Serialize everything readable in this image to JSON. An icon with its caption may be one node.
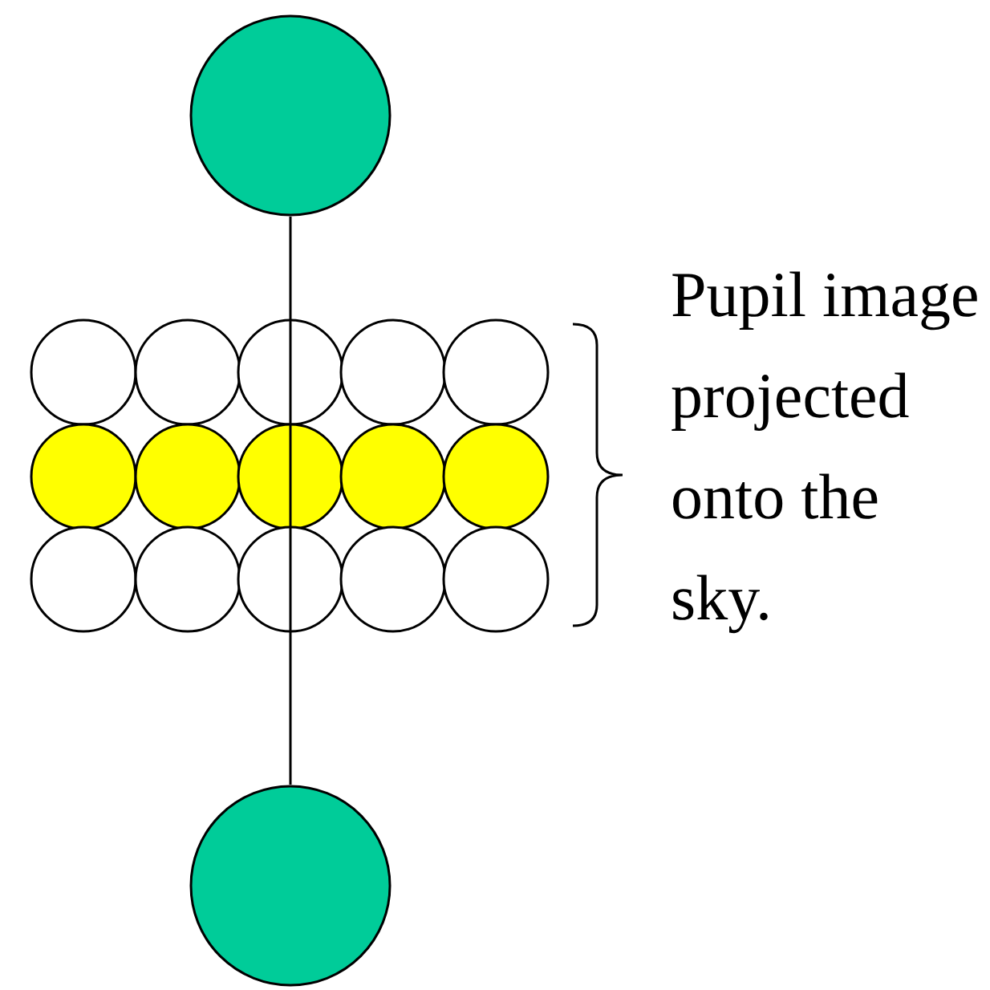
{
  "diagram": {
    "nodes": [
      {
        "text": [],
        "shape": "circle"
      },
      {
        "text": [],
        "shape": "circle"
      }
    ],
    "edges": [
      {
        "from": 0,
        "to": 1,
        "arrow": "none"
      }
    ],
    "labels": [
      "Pupil image projected onto the sky."
    ]
  }
}
